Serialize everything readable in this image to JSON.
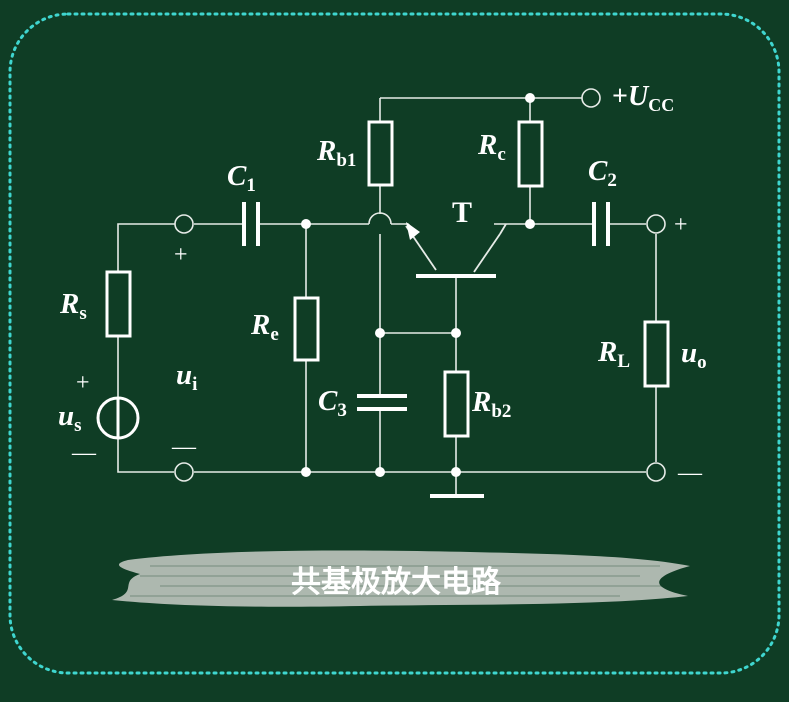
{
  "diagram": {
    "title": "共基极放大电路",
    "colors": {
      "background": "#0f3d25",
      "wire": "#e6ebe7",
      "component": "#ffffff",
      "frame": "#3fd6cf",
      "brush": "#d2d6d1"
    },
    "labels": {
      "vcc_sign": "+",
      "vcc_main": "U",
      "vcc_sub": "CC",
      "c1_main": "C",
      "c1_sub": "1",
      "c2_main": "C",
      "c2_sub": "2",
      "c3_main": "C",
      "c3_sub": "3",
      "rb1_main": "R",
      "rb1_sub": "b1",
      "rc_main": "R",
      "rc_sub": "c",
      "rs_main": "R",
      "rs_sub": "s",
      "re_main": "R",
      "re_sub": "e",
      "rb2_main": "R",
      "rb2_sub": "b2",
      "rl_main": "R",
      "rl_sub": "L",
      "transistor": "T",
      "ui_main": "u",
      "ui_sub": "i",
      "uo_main": "u",
      "uo_sub": "o",
      "us_main": "u",
      "us_sub": "s",
      "input_plus": "+",
      "input_minus": "—",
      "output_plus": "+",
      "output_minus": "—",
      "source_plus": "+",
      "source_minus": "—"
    }
  }
}
